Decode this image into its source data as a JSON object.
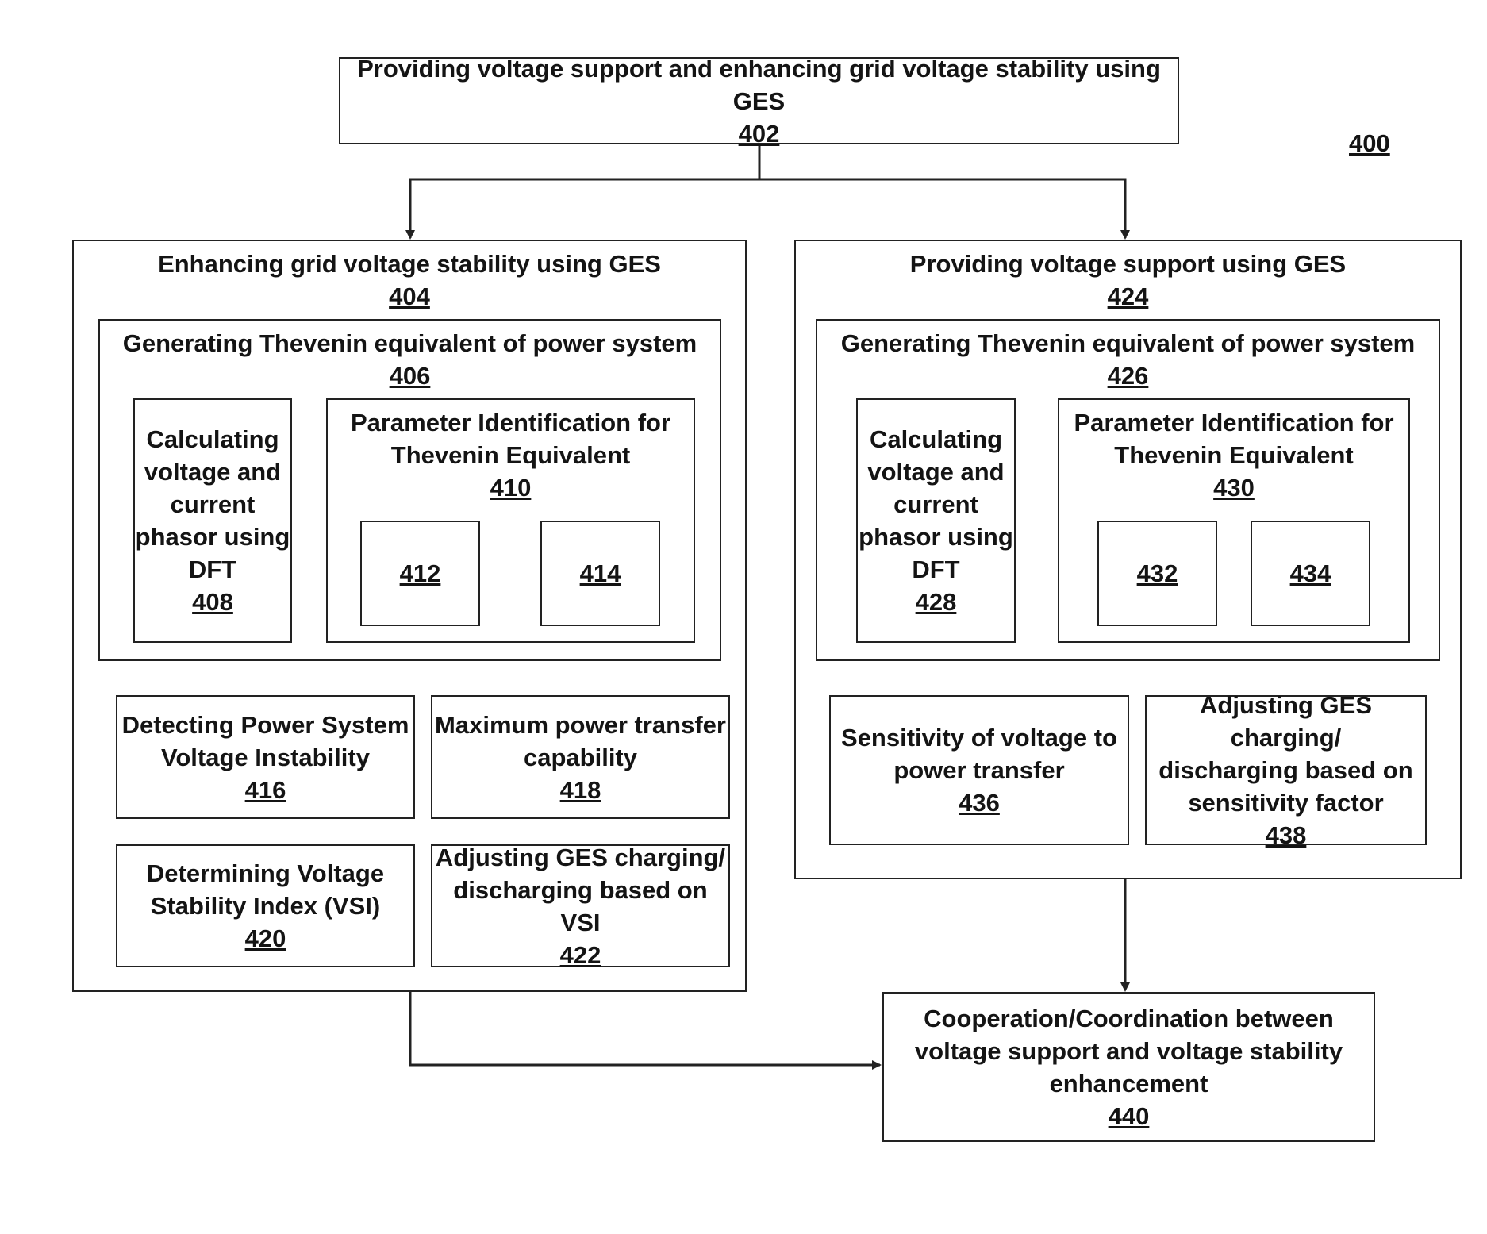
{
  "figure_ref": "400",
  "boxes": {
    "b402": {
      "text": "Providing voltage support and enhancing grid voltage stability using GES",
      "ref": "402"
    },
    "b404": {
      "text": "Enhancing grid voltage stability using GES",
      "ref": "404"
    },
    "b406": {
      "text": "Generating Thevenin equivalent of power system",
      "ref": "406"
    },
    "b408": {
      "text": "Calculating\nvoltage and\ncurrent\nphasor using\nDFT",
      "ref": "408"
    },
    "b410": {
      "text": "Parameter Identification for\nThevenin Equivalent",
      "ref": "410"
    },
    "b412": {
      "ref": "412"
    },
    "b414": {
      "ref": "414"
    },
    "b416": {
      "text": "Detecting Power System\nVoltage Instability",
      "ref": "416"
    },
    "b418": {
      "text": "Maximum power transfer\ncapability",
      "ref": "418"
    },
    "b420": {
      "text": "Determining Voltage\nStability Index (VSI)",
      "ref": "420"
    },
    "b422": {
      "text": "Adjusting GES charging/\ndischarging based on VSI",
      "ref": "422"
    },
    "b424": {
      "text": "Providing voltage support using GES",
      "ref": "424"
    },
    "b426": {
      "text": "Generating Thevenin equivalent of power system",
      "ref": "426"
    },
    "b428": {
      "text": "Calculating\nvoltage and\ncurrent\nphasor using\nDFT",
      "ref": "428"
    },
    "b430": {
      "text": "Parameter Identification for\nThevenin Equivalent",
      "ref": "430"
    },
    "b432": {
      "ref": "432"
    },
    "b434": {
      "ref": "434"
    },
    "b436": {
      "text": "Sensitivity of voltage to\npower transfer",
      "ref": "436"
    },
    "b438": {
      "text": "Adjusting GES charging/\ndischarging based on\nsensitivity factor",
      "ref": "438"
    },
    "b440": {
      "text": "Cooperation/Coordination between\nvoltage support and voltage stability\nenhancement",
      "ref": "440"
    }
  }
}
